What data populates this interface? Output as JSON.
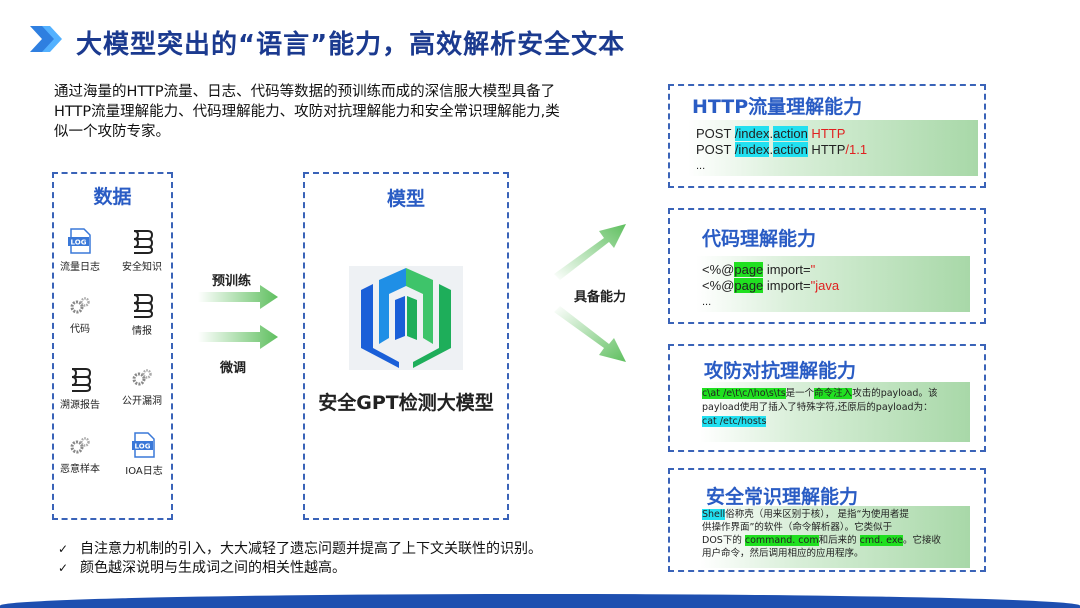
{
  "header": {
    "title": "大模型突出的“语言”能力，高效解析安全文本"
  },
  "intro": "通过海量的HTTP流量、日志、代码等数据的预训练而成的深信服大模型具备了HTTP流量理解能力、代码理解能力、攻防对抗理解能力和安全常识理解能力,类似一个攻防专家。",
  "data_box": {
    "title": "数据",
    "items": [
      {
        "label": "流量日志",
        "icon": "log-file-icon"
      },
      {
        "label": "安全知识",
        "icon": "database-icon"
      },
      {
        "label": "代码",
        "icon": "gears-icon"
      },
      {
        "label": "情报",
        "icon": "database-icon"
      },
      {
        "label": "溯源报告",
        "icon": "database-icon"
      },
      {
        "label": "公开漏洞",
        "icon": "gears-icon"
      },
      {
        "label": "恶意样本",
        "icon": "gears-icon"
      },
      {
        "label": "IOA日志",
        "icon": "log-file-icon"
      }
    ]
  },
  "arrows": {
    "pretrain": "预训练",
    "finetune": "微调",
    "capabilities": "具备能力"
  },
  "model_box": {
    "title": "模型",
    "name": "安全GPT检测大模型",
    "logo": "sangfor-logo-icon"
  },
  "capabilities": {
    "http": {
      "title": "HTTP流量理解能力",
      "line1": {
        "a": "POST ",
        "b": "/index",
        "c": ".",
        "d": "action",
        "e": " HTTP"
      },
      "line2": {
        "a": "POST ",
        "b": "/index",
        "c": ".",
        "d": "action",
        "e": " HTTP",
        "f": "/1.1"
      },
      "line3": "..."
    },
    "code": {
      "title": "代码理解能力",
      "line1": {
        "a": "<%@",
        "b": "page",
        "c": " import=",
        "d": "\""
      },
      "line2": {
        "a": "<%@",
        "b": "page",
        "c": " import=",
        "d": "\"java"
      },
      "line3": "..."
    },
    "attack": {
      "title": "攻防对抗理解能力",
      "line1": {
        "a": "c\\at /e\\t\\c/\\ho\\s\\ts",
        "b": "是一个",
        "c": "命令注入",
        "d": "攻击的payload。该"
      },
      "line2": "payload使用了插入了特殊字符,还原后的payload为：",
      "line3": "cat /etc/hosts"
    },
    "common": {
      "title": "安全常识理解能力",
      "line1": {
        "a": "Shell",
        "b": "俗称壳（用来区别于核），  是指“为使用者提"
      },
      "line2": "供操作界面”的软件（命令解析器）。它类似于",
      "line3": {
        "a": "DOS下的 ",
        "b": "command. com",
        "c": "和后来的 ",
        "d": "cmd. exe",
        "e": "。它接收"
      },
      "line4": "用户命令，然后调用相应的应用程序。"
    }
  },
  "bullets": [
    "自注意力机制的引入，大大减轻了遗忘问题并提高了上下文关联性的识别。",
    "颜色越深说明与生成词之间的相关性越高。"
  ],
  "colors": {
    "title_blue": "#1b3a8f",
    "accent_blue": "#2a5cc4",
    "highlight_cyan": "#22e0f0",
    "highlight_green": "#20e020",
    "red_text": "#e02020",
    "arrow_green": "#5fbf5f",
    "footer_blue": "#1e4fb0"
  }
}
